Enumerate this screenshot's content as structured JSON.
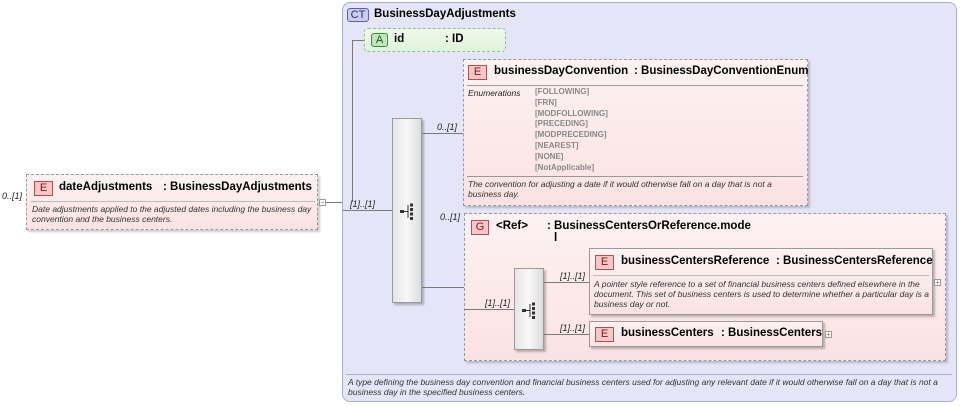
{
  "root": {
    "badge": "E",
    "name": "dateAdjustments",
    "type": ": BusinessDayAdjustments",
    "multiplicity": "0..[1]",
    "description": "Date adjustments applied to the adjusted dates including the business day convention and the business centers."
  },
  "complex_type": {
    "badge": "CT",
    "name": "BusinessDayAdjustments",
    "description": "A type defining the business day convention and financial business centers used for adjusting any relevant date if it would otherwise fall on a day that is not a business day in the specified business centers."
  },
  "attribute": {
    "badge": "A",
    "name": "id",
    "type": ": ID"
  },
  "outer_sequence": {
    "multiplicity": "[1]..[1]"
  },
  "convention": {
    "badge": "E",
    "name": "businessDayConvention",
    "type": ": BusinessDayConventionEnum",
    "multiplicity": "0..[1]",
    "enum_label": "Enumerations",
    "enumerations": [
      "[FOLLOWING]",
      "[FRN]",
      "[MODFOLLOWING]",
      "[PRECEDING]",
      "[MODPRECEDING]",
      "[NEAREST]",
      "[NONE]",
      "[NotApplicable]"
    ],
    "description": "The convention for adjusting a date if it would otherwise fall on a day that is not a business day."
  },
  "group": {
    "badge": "G",
    "ref": "<Ref>",
    "type": ": BusinessCentersOrReference.mode",
    "type_line2": "l",
    "multiplicity": "0..[1]"
  },
  "inner_sequence": {
    "multiplicity": "[1]..[1]"
  },
  "centers_reference": {
    "badge": "E",
    "name": "businessCentersReference",
    "type": ": BusinessCentersReference",
    "multiplicity": "[1]..[1]",
    "description": "A pointer style reference to a set of financial business centers defined elsewhere in the document. This set of business centers is used to determine whether a particular day is a business day or not."
  },
  "centers": {
    "badge": "E",
    "name": "businessCenters",
    "type": ": BusinessCenters",
    "multiplicity": "[1]..[1]"
  },
  "colors": {
    "element_fill": "#fbe2e2",
    "complex_type_fill": "#e4e6f8",
    "attribute_fill": "#e6f6e2",
    "connector": "#7a7a7a"
  }
}
